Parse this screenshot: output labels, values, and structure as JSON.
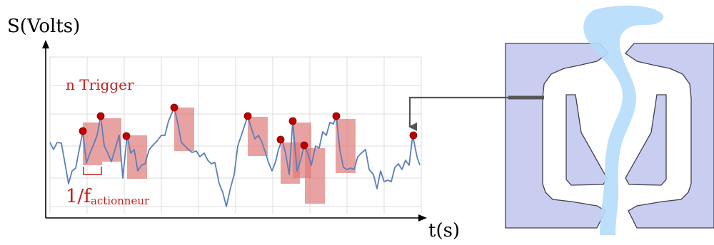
{
  "signal_plot": {
    "y_axis_label": "S(Volts)",
    "x_axis_label": "t(s)",
    "trigger_label": "n Trigger",
    "period_label_main": "1/f",
    "period_label_sub": "actionneur",
    "colors": {
      "signal": "#5b7fb8",
      "trigger_marker": "#c00000",
      "trigger_window": "#e07a7a",
      "label_red": "#c02020",
      "grid": "#dcdcdc",
      "axis": "#000000"
    }
  },
  "device": {
    "colors": {
      "body": "#c9cdf0",
      "outline": "#404050",
      "channel": "#ffffff",
      "flow": "#b5dcfb",
      "probe": "#555555"
    }
  }
}
